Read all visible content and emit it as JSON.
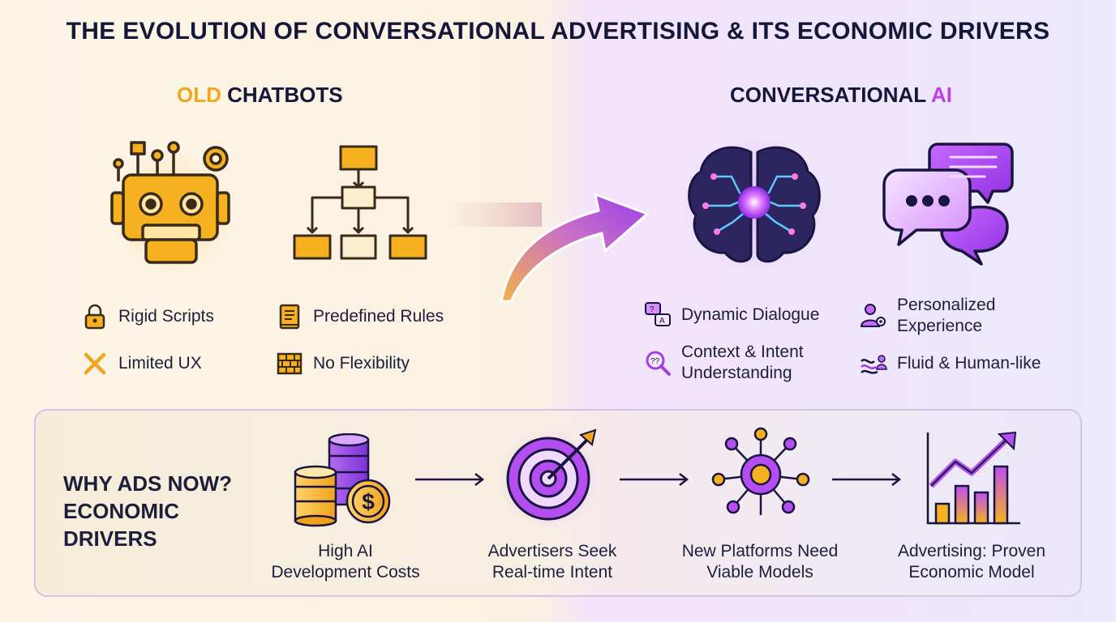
{
  "title": "THE EVOLUTION OF CONVERSATIONAL ADVERTISING & ITS ECONOMIC DRIVERS",
  "left": {
    "heading_hl": "OLD",
    "heading_rest": " CHATBOTS",
    "items": [
      {
        "label": "Rigid Scripts",
        "icon": "lock-icon"
      },
      {
        "label": "Predefined Rules",
        "icon": "book-icon"
      },
      {
        "label": "Limited UX",
        "icon": "x-icon"
      },
      {
        "label": "No Flexibility",
        "icon": "brick-wall-icon"
      }
    ]
  },
  "right": {
    "heading_rest": "CONVERSATIONAL ",
    "heading_hl": "AI",
    "items": [
      {
        "label": "Dynamic Dialogue",
        "icon": "qa-bubbles-icon"
      },
      {
        "label": "Personalized Experience",
        "line1": "Personalized",
        "line2": "Experience",
        "icon": "user-gear-icon"
      },
      {
        "label": "Context & Intent Understanding",
        "line1": "Context & Intent",
        "line2": "Understanding",
        "icon": "magnifier-icon"
      },
      {
        "label": "Fluid & Human-like",
        "icon": "wave-user-icon"
      }
    ]
  },
  "drivers": {
    "heading_line1": "WHY ADS NOW?",
    "heading_line2": "ECONOMIC",
    "heading_line3": "DRIVERS",
    "steps": [
      {
        "line1": "High AI",
        "line2": "Development Costs",
        "icon": "coins-icon"
      },
      {
        "line1": "Advertisers Seek",
        "line2": "Real-time Intent",
        "icon": "target-icon"
      },
      {
        "line1": "New Platforms Need",
        "line2": "Viable Models",
        "icon": "network-icon"
      },
      {
        "line1": "Advertising: Proven",
        "line2": "Economic Model",
        "icon": "growth-chart-icon"
      }
    ]
  },
  "colors": {
    "orange": "#f2a51e",
    "purple": "#c03ef0",
    "navy": "#14163a"
  }
}
